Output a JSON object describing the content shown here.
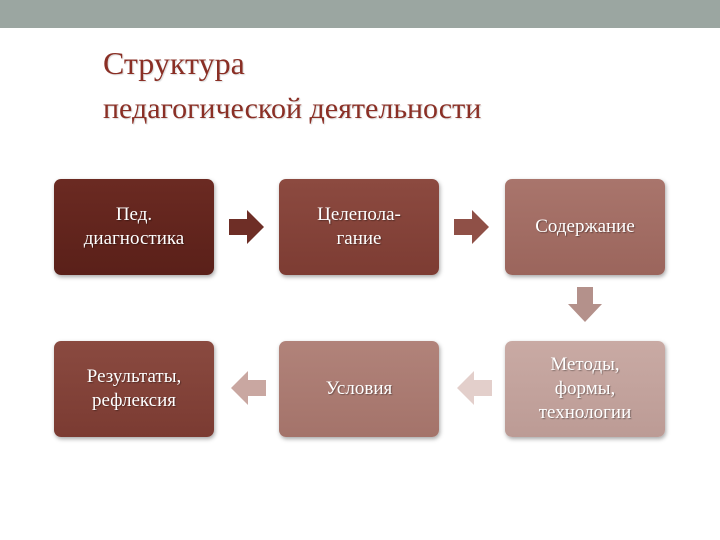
{
  "title": {
    "line1": "Структура",
    "line2": "педагогической деятельности"
  },
  "steps": [
    {
      "label": "Пед.\nдиагностика"
    },
    {
      "label": "Целепола-\nгание"
    },
    {
      "label": "Содержание"
    },
    {
      "label": "Методы,\nформы,\nтехнологии"
    },
    {
      "label": "Условия"
    },
    {
      "label": "Результаты,\nрефлексия"
    }
  ],
  "colors": {
    "title": "#8a2f25",
    "topbar": "#9ba6a1",
    "step1": "#5f231c",
    "step2": "#834239",
    "step3": "#a26d64",
    "step4": "#c2a29c",
    "step5": "#aa7b72",
    "step6": "#813f36",
    "arrow_right_1": "#6e2e26",
    "arrow_right_2": "#8f5047",
    "arrow_down": "#b4918b",
    "arrow_left_1": "#e3cfcb",
    "arrow_left_2": "#c9a7a1"
  }
}
